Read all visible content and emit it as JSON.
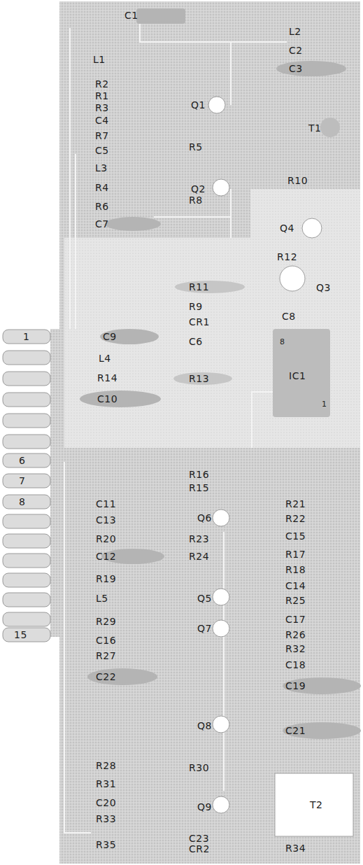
{
  "diagram": {
    "labels": [
      "C1",
      "L2",
      "C2",
      "L1",
      "C3",
      "R2",
      "R1",
      "R3",
      "Q1",
      "C4",
      "T1",
      "R7",
      "R5",
      "C5",
      "R10",
      "L3",
      "Q2",
      "R4",
      "R8",
      "Q4",
      "R6",
      "C7",
      "R12",
      "R11",
      "Q3",
      "R9",
      "C8",
      "CR1",
      "1",
      "C9",
      "C6",
      "8",
      "L4",
      "IC1",
      "R14",
      "R13",
      "C10",
      "1",
      "6",
      "7",
      "R16",
      "R15",
      "8",
      "C11",
      "R21",
      "C13",
      "Q6",
      "R22",
      "R20",
      "R23",
      "C15",
      "C12",
      "R24",
      "R17",
      "R18",
      "R19",
      "C14",
      "L5",
      "Q5",
      "R25",
      "R29",
      "C17",
      "R26",
      "Q7",
      "R32",
      "C16",
      "R27",
      "15",
      "C18",
      "C22",
      "C19",
      "Q8",
      "C21",
      "R28",
      "R30",
      "R31",
      "T2",
      "C20",
      "Q9",
      "R33",
      "C23",
      "R35",
      "CR2",
      "R34"
    ]
  }
}
